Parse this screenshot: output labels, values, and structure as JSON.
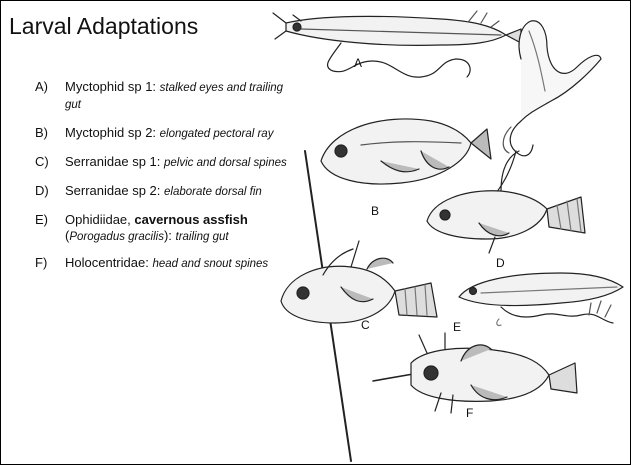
{
  "slide": {
    "title": "Larval Adaptations",
    "items": [
      {
        "letter": "A)",
        "name": "Myctophid sp 1: ",
        "desc": "stalked eyes and trailing gut"
      },
      {
        "letter": "B)",
        "name": "Myctophid sp 2: ",
        "desc": "elongated pectoral ray"
      },
      {
        "letter": "C)",
        "name": "Serranidae sp 1: ",
        "desc": "pelvic and dorsal spines"
      },
      {
        "letter": "D)",
        "name": "Serranidae sp 2: ",
        "desc": "elaborate dorsal fin"
      },
      {
        "letter": "E)",
        "name_pre": "Ophidiidae, ",
        "name_bold": "cavernous assfish",
        "name_mid": " (",
        "name_italic": "Porogadus gracilis",
        "name_post": "): ",
        "desc": "trailing gut"
      },
      {
        "letter": "F)",
        "name": "Holocentridae: ",
        "desc": "head and snout spines"
      }
    ],
    "figure_labels": {
      "a": "A",
      "b": "B",
      "c": "C",
      "d": "D",
      "e": "E",
      "f": "F"
    }
  }
}
